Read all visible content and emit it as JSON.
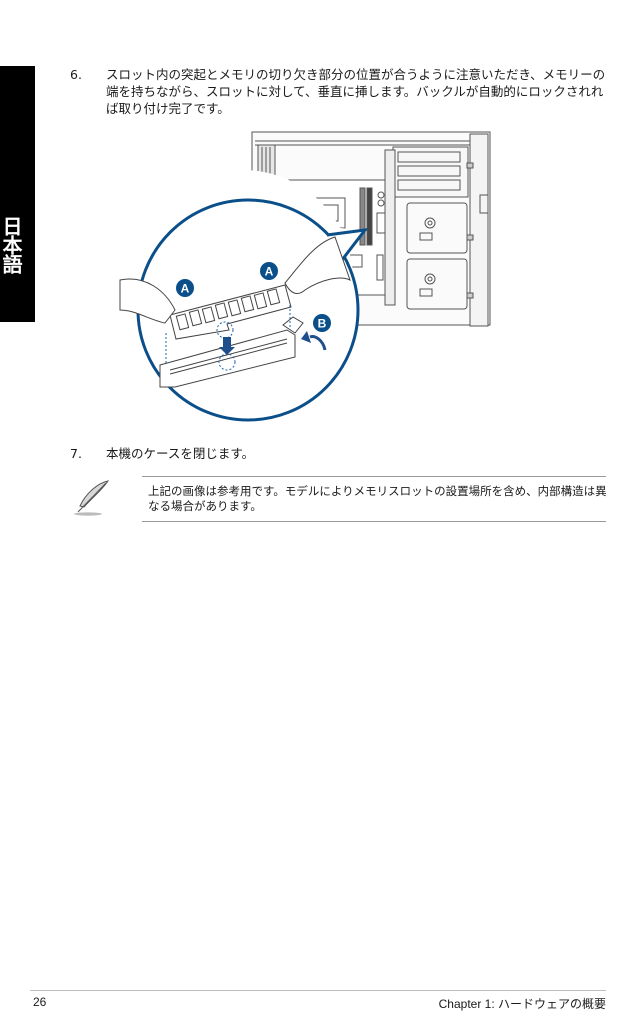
{
  "side_tab": {
    "label": "日本語",
    "background": "#000000",
    "text_color": "#ffffff"
  },
  "steps": [
    {
      "number": "6.",
      "text": "スロット内の突起とメモリの切り欠き部分の位置が合うように注意いただき、メモリーの端を持ちながら、スロットに対して、垂直に挿します。バックルが自動的にロックされれば取り付け完了です。"
    },
    {
      "number": "7.",
      "text": "本機のケースを閉じます。"
    }
  ],
  "figure": {
    "description": "Memory module installation illustration: magnified DIMM being inserted vertically into slot with chassis interior in background",
    "callouts": [
      {
        "label": "A",
        "meaning": "hold module edges"
      },
      {
        "label": "A",
        "meaning": "hold module edges"
      },
      {
        "label": "B",
        "meaning": "latch locks automatically"
      }
    ],
    "accent_color": "#0b4f8a"
  },
  "note": {
    "icon": "feather-pen-icon",
    "text": "上記の画像は参考用です。モデルによりメモリスロットの設置場所を含め、内部構造は異なる場合があります。"
  },
  "footer": {
    "page_number": "26",
    "chapter_title": "Chapter 1: ハードウェアの概要"
  }
}
